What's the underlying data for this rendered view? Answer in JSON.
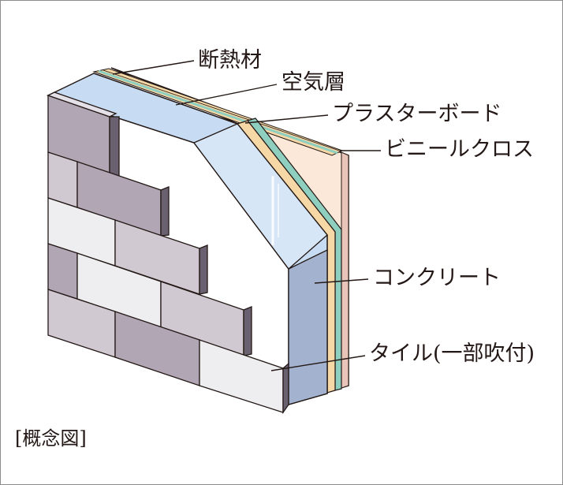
{
  "labels": {
    "insulation": "断熱材",
    "air_layer": "空気層",
    "plasterboard": "プラスターボード",
    "vinyl_cloth": "ビニールクロス",
    "concrete": "コンクリート",
    "tile": "タイル(一部吹付)"
  },
  "caption": "[概念図]",
  "colors": {
    "tile_dark": "#b1a6b4",
    "tile_mid": "#d0c9d2",
    "tile_light": "#eeeef1",
    "tile_side": "#6a6170",
    "insulation": "#c7dcf2",
    "insulation_light": "#e6f1fb",
    "concrete_front": "#b7c8e2",
    "concrete_face": "#a3b3cf",
    "plasterboard": "#f6d7a6",
    "green_layer": "#8fcfc0",
    "vinyl_cloth": "#fbe8d8",
    "outline": "#231815"
  }
}
